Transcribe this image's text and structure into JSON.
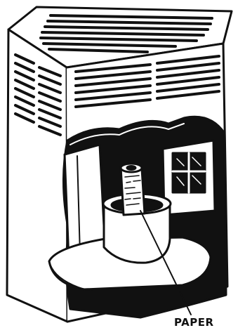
{
  "figure": {
    "kind": "cutaway-illustration",
    "subject": "heater-cabinet",
    "line_color": "#111111",
    "paper_color": "#ffffff"
  },
  "callouts": [
    {
      "id": "paper",
      "label": "PAPER"
    }
  ]
}
